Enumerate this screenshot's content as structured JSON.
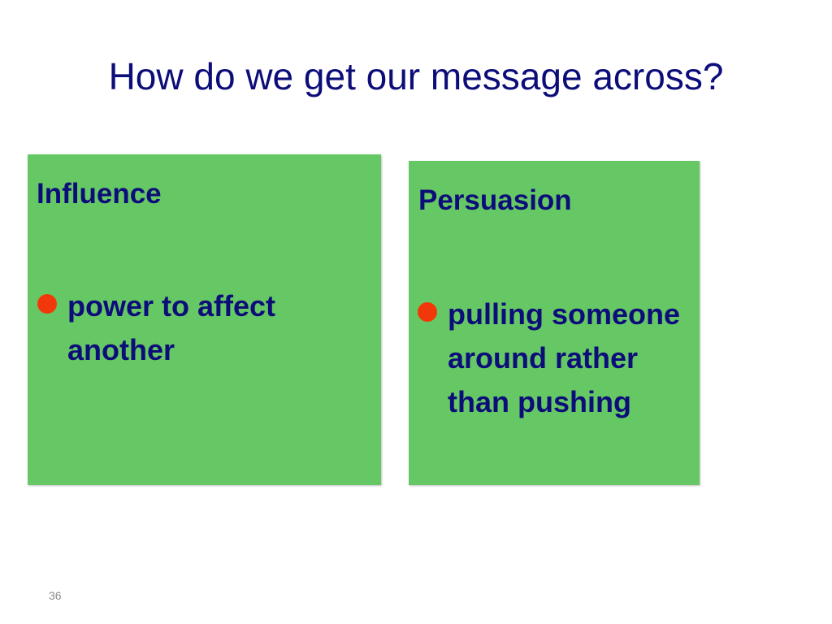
{
  "slide": {
    "title": "How do we get our message across?",
    "page_number": "36"
  },
  "boxes": [
    {
      "heading": "Influence",
      "bullet": "power to affect another"
    },
    {
      "heading": "Persuasion",
      "bullet": "pulling someone around rather than pushing"
    }
  ],
  "colors": {
    "title_text": "#0d0d7a",
    "box_fill": "#66c864",
    "bullet_dot": "#f2380a",
    "page_number": "#8c8c8c"
  }
}
